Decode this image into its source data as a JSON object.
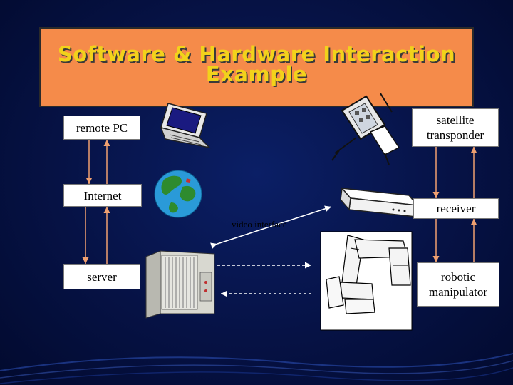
{
  "slide": {
    "title_line1": "Software & Hardware Interaction",
    "title_line2": "Example"
  },
  "nodes": {
    "remote_pc": "remote PC",
    "internet": "Internet",
    "server": "server",
    "satellite_line1": "satellite",
    "satellite_line2": "transponder",
    "receiver": "receiver",
    "robot_line1": "robotic",
    "robot_line2": "manipulator"
  },
  "labels": {
    "video_interface": "video interface"
  },
  "colors": {
    "background": "#061245",
    "title_box": "#f58b4a",
    "title_text": "#f2d21b",
    "connector": "#f0a070",
    "dashed_link": "#ffffff"
  },
  "icons": [
    "laptop-icon",
    "globe-icon",
    "satellite-icon",
    "receiver-icon",
    "server-rack-icon",
    "robot-arm-icon"
  ]
}
